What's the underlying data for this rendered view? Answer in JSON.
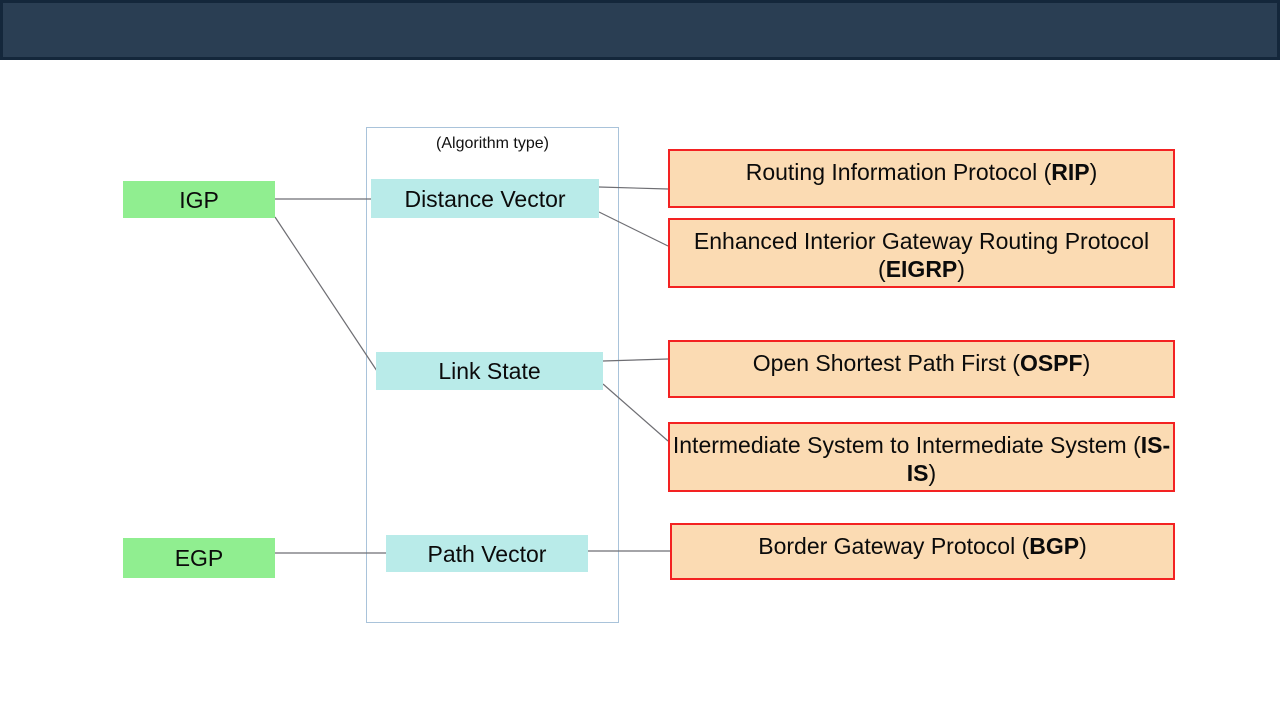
{
  "header": {
    "note": "empty navy title bar"
  },
  "colors": {
    "header_bar": "#2a3e53",
    "header_border": "#14273b",
    "category_fill": "#90ee90",
    "algorithm_fill": "#b9ebe9",
    "protocol_fill": "#fbdbb3",
    "protocol_border": "#f32222",
    "group_border": "#a9c3da",
    "connector": "#6e6e73",
    "text": "#0b0b0b"
  },
  "categories": [
    {
      "label": "IGP"
    },
    {
      "label": "EGP"
    }
  ],
  "algorithm_group": {
    "title": "(Algorithm type)",
    "types": [
      {
        "label": "Distance Vector"
      },
      {
        "label": "Link State"
      },
      {
        "label": "Path Vector"
      }
    ]
  },
  "protocols": [
    {
      "prefix": "Routing Information Protocol (",
      "acronym": "RIP",
      "suffix": ")"
    },
    {
      "prefix": "Enhanced Interior Gateway Routing Protocol (",
      "acronym": "EIGRP",
      "suffix": ")"
    },
    {
      "prefix": "Open Shortest Path First (",
      "acronym": "OSPF",
      "suffix": ")"
    },
    {
      "prefix": "Intermediate System to Intermediate System (",
      "acronym": "IS-IS",
      "suffix": ")"
    },
    {
      "prefix": "Border Gateway Protocol (",
      "acronym": "BGP",
      "suffix": ")"
    }
  ]
}
